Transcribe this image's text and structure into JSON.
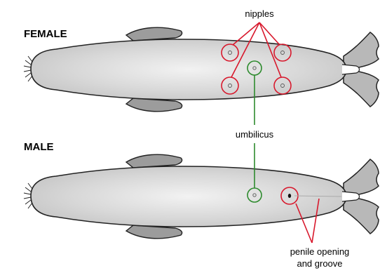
{
  "labels": {
    "female": "FEMALE",
    "male": "MALE",
    "nipples": "nipples",
    "umbilicus": "umbilicus",
    "penile_line1": "penile opening",
    "penile_line2": "and groove"
  },
  "colors": {
    "nipple_marker": "#d8182c",
    "umbilicus_marker": "#2e8b2e",
    "body_fill": "#d6d6d6",
    "flipper_fill": "#9c9c9c",
    "outline": "#222222"
  }
}
